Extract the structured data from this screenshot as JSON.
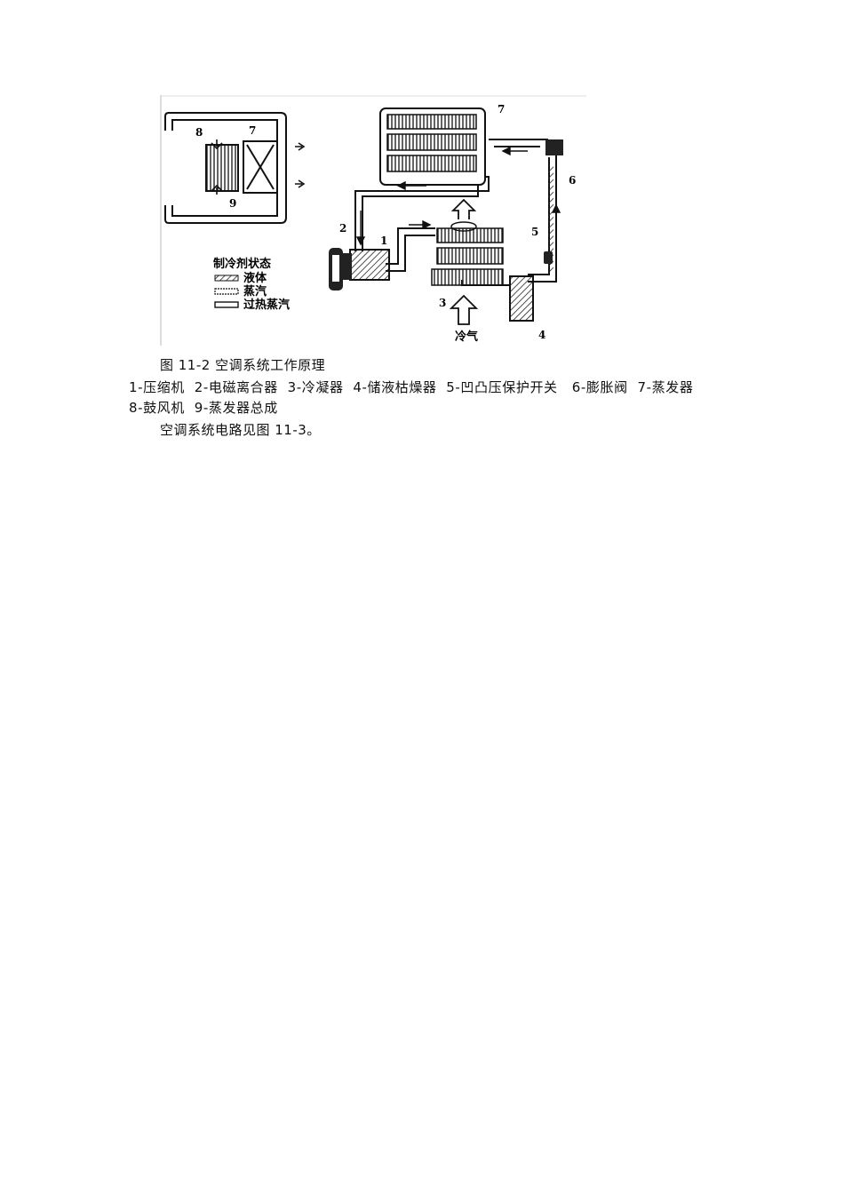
{
  "figure": {
    "callouts": [
      "1",
      "2",
      "3",
      "4",
      "5",
      "6",
      "7",
      "8",
      "9"
    ],
    "legend_title": "制冷剂状态",
    "legend_items": [
      "液体",
      "蒸汽",
      "过热蒸汽"
    ],
    "cold_air_label": "冷气"
  },
  "caption": "图  11-2    空调系统工作原理",
  "legend_text": {
    "item1": "1-压缩机",
    "item2": "2-电磁离合器",
    "item3": "3-冷凝器",
    "item4": "4-储液枯燥器",
    "item5": "5-凹凸压保护开关",
    "item6": "6-膨胀阀",
    "item7": "7-蒸发器",
    "item8": "8-鼓风机",
    "item9": "9-蒸发器总成"
  },
  "paragraph": "空调系统电路见图  11-3。"
}
